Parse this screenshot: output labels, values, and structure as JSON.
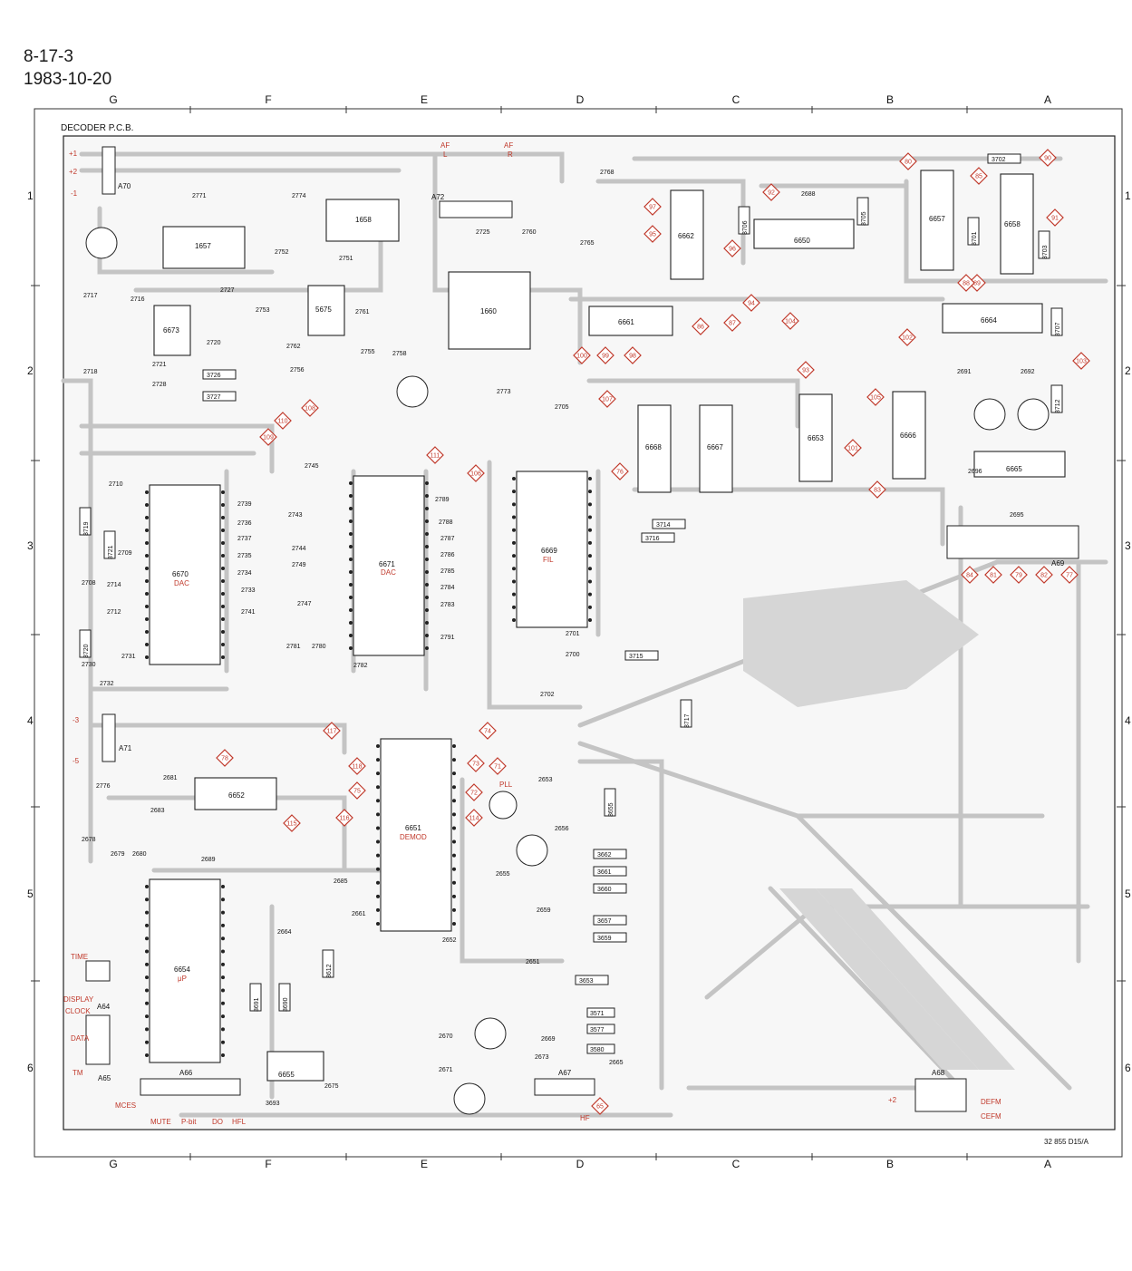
{
  "header": {
    "sheet_id": "8-17-3",
    "date": "1983-10-20"
  },
  "board": {
    "title": "DECODER P.C.B.",
    "doc_number": "32 855 D15/A",
    "columns": [
      "G",
      "F",
      "E",
      "D",
      "C",
      "B",
      "A"
    ],
    "rows": [
      "1",
      "2",
      "3",
      "4",
      "5",
      "6"
    ],
    "ics": [
      {
        "ref": "6670",
        "func": "DAC"
      },
      {
        "ref": "6671",
        "func": "DAC"
      },
      {
        "ref": "6669",
        "func": "FIL"
      },
      {
        "ref": "6651",
        "func": "DEMOD"
      },
      {
        "ref": "6654",
        "func": "μP"
      },
      {
        "ref": "6673",
        "func": ""
      },
      {
        "ref": "5675",
        "func": ""
      },
      {
        "ref": "6652",
        "func": ""
      },
      {
        "ref": "6661",
        "func": ""
      },
      {
        "ref": "6662",
        "func": ""
      },
      {
        "ref": "6650",
        "func": ""
      },
      {
        "ref": "6657",
        "func": ""
      },
      {
        "ref": "6658",
        "func": ""
      },
      {
        "ref": "6664",
        "func": ""
      },
      {
        "ref": "6668",
        "func": ""
      },
      {
        "ref": "6667",
        "func": ""
      },
      {
        "ref": "6653",
        "func": ""
      },
      {
        "ref": "6666",
        "func": ""
      },
      {
        "ref": "6655",
        "func": ""
      },
      {
        "ref": "6665",
        "func": ""
      }
    ],
    "coils": [
      "1657",
      "1658",
      "1660"
    ],
    "resistors": [
      "3726",
      "3727",
      "3714",
      "3716",
      "3715",
      "3662",
      "3661",
      "3660",
      "3657",
      "3659",
      "3653",
      "3571",
      "3577",
      "3580",
      "3702",
      "3719",
      "3721",
      "3720",
      "3705",
      "3706",
      "3701",
      "3703",
      "3707",
      "3712",
      "3655",
      "3717",
      "3691",
      "3690",
      "3612",
      "3693"
    ],
    "caps": [
      "2771",
      "2774",
      "2752",
      "2751",
      "2725",
      "2760",
      "2765",
      "2768",
      "2688",
      "2717",
      "2716",
      "2727",
      "2753",
      "2761",
      "2773",
      "2720",
      "2762",
      "2756",
      "2755",
      "2758",
      "2718",
      "2721",
      "2728",
      "2705",
      "2691",
      "2692",
      "2696",
      "2695",
      "2710",
      "2709",
      "2708",
      "2714",
      "2712",
      "2730",
      "2731",
      "2739",
      "2736",
      "2737",
      "2735",
      "2734",
      "2733",
      "2741",
      "2743",
      "2745",
      "2744",
      "2749",
      "2747",
      "2789",
      "2788",
      "2787",
      "2786",
      "2785",
      "2784",
      "2783",
      "2791",
      "2781",
      "2780",
      "2782",
      "2701",
      "2700",
      "2702",
      "2732",
      "2776",
      "2681",
      "2683",
      "2678",
      "2679",
      "2680",
      "2689",
      "2653",
      "2656",
      "2655",
      "2685",
      "2664",
      "2661",
      "2652",
      "2659",
      "2651",
      "2670",
      "2671",
      "2673",
      "2675",
      "2669",
      "2665"
    ],
    "labels_left": [
      "TIME",
      "DISPLAY",
      "CLOCK",
      "DATA",
      "TM",
      "MCES"
    ],
    "labels_bottom": [
      "MUTE",
      "P-bit",
      "DO",
      "HFL"
    ],
    "labels_right": [
      "DEFM",
      "CEFM"
    ],
    "connectors": [
      "A70",
      "A71",
      "A72",
      "A64",
      "A65",
      "A66",
      "A67",
      "A68",
      "A69"
    ],
    "supply_top": [
      "+1",
      "+2",
      "-1"
    ],
    "supply_mid": [
      "-3",
      "-5"
    ],
    "af_labels": [
      "AF",
      "L",
      "AF",
      "R"
    ],
    "pll_label": "PLL",
    "hf_label": "HF",
    "plus2_label": "+2",
    "red_markers": [
      "80",
      "85",
      "90",
      "92",
      "91",
      "97",
      "95",
      "96",
      "93",
      "89",
      "88",
      "87",
      "86",
      "100",
      "99",
      "98",
      "94",
      "104",
      "102",
      "103",
      "105",
      "101",
      "109",
      "110",
      "108",
      "111",
      "107",
      "106",
      "76",
      "78",
      "115",
      "116",
      "117",
      "118",
      "75",
      "74",
      "73",
      "72",
      "114",
      "71",
      "84",
      "81",
      "79",
      "82",
      "77",
      "83",
      "65"
    ]
  }
}
